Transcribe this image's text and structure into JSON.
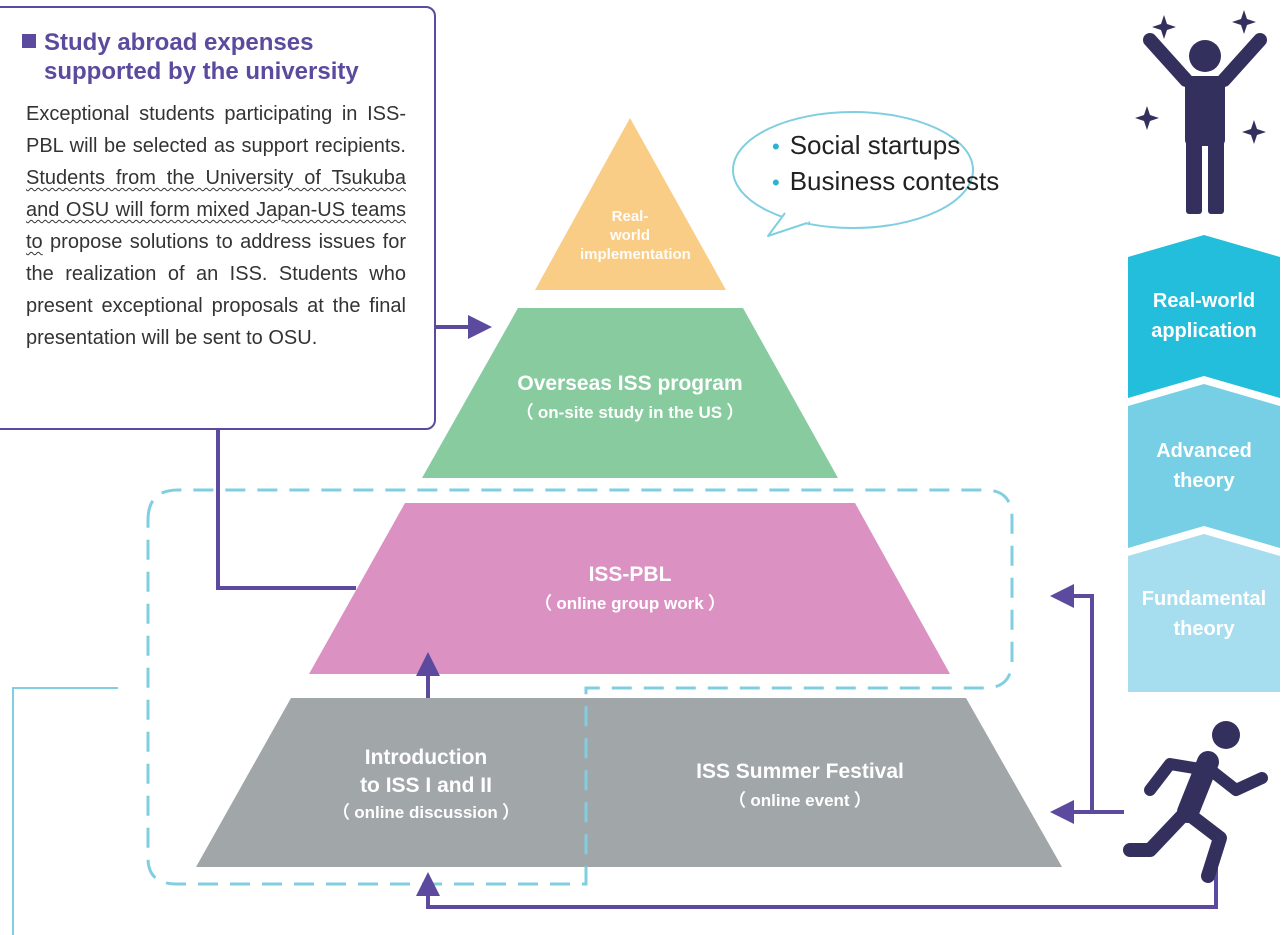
{
  "callout": {
    "title_line1": "Study abroad expenses",
    "title_line2": "supported by the university",
    "body_plain": "Exceptional students participating in ISS-PBL will be selected as support recipients. ",
    "body_underlined": "Students from the University of Tsukuba and OSU will form mixed Japan-US teams to",
    "body_rest": " propose solutions to address issues for the realization of an ISS. Students who present exceptional proposals at the final presentation will be sent to OSU."
  },
  "speech_bubble": {
    "items": [
      "Social startups",
      "Business contests"
    ]
  },
  "pyramid": {
    "top": {
      "label_lines": [
        "Real-",
        "world",
        "implementation"
      ],
      "color": "#f9cd85"
    },
    "level2": {
      "title": "Overseas ISS program",
      "subtitle": "（ on-site study in the US ）",
      "color": "#87cb9f"
    },
    "level3": {
      "title": "ISS-PBL",
      "subtitle": "（ online group work ）",
      "color": "#db92c2"
    },
    "base_left": {
      "title_line1": "Introduction",
      "title_line2": "to ISS I and II",
      "subtitle": "（ online discussion ）",
      "color": "#a1a6a9"
    },
    "base_right": {
      "title": "ISS Summer Festival",
      "subtitle": "（ online event ）",
      "color": "#a1a6a9"
    }
  },
  "side_steps": [
    {
      "label_lines": [
        "Real-world",
        "application"
      ],
      "color": "#22bedc"
    },
    {
      "label_lines": [
        "Advanced",
        "theory"
      ],
      "color": "#76cfe4"
    },
    {
      "label_lines": [
        "Fundamental",
        "theory"
      ],
      "color": "#a6def0"
    }
  ],
  "icons": [
    "celebrating-person-icon",
    "sparkle-icon",
    "running-person-icon"
  ],
  "colors": {
    "arrow": "#5b4a9e",
    "dashed_outline": "#7fcfe0",
    "figure": "#33305e"
  }
}
